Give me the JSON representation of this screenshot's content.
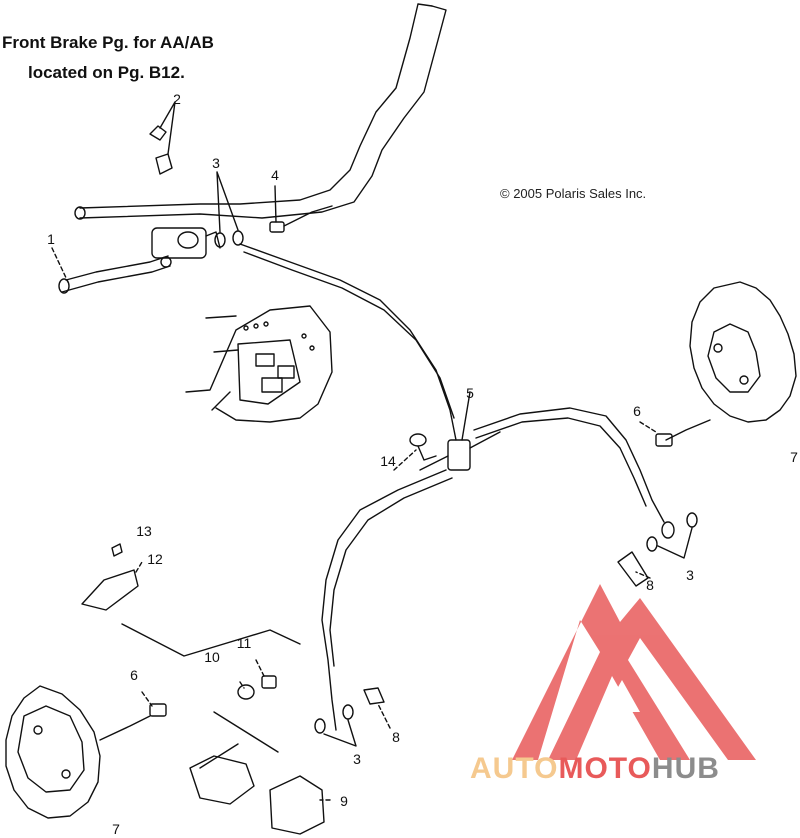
{
  "notes": {
    "line1": "Front Brake Pg. for AA/AB",
    "line2": "located on Pg. B12."
  },
  "copyright": "© 2005 Polaris Sales Inc.",
  "callouts": [
    {
      "id": "c1",
      "label": "1"
    },
    {
      "id": "c2",
      "label": "2"
    },
    {
      "id": "c3a",
      "label": "3"
    },
    {
      "id": "c4",
      "label": "4"
    },
    {
      "id": "c5",
      "label": "5"
    },
    {
      "id": "c6a",
      "label": "6"
    },
    {
      "id": "c7a",
      "label": "7"
    },
    {
      "id": "c14",
      "label": "14"
    },
    {
      "id": "c3b",
      "label": "3"
    },
    {
      "id": "c8a",
      "label": "8"
    },
    {
      "id": "c13",
      "label": "13"
    },
    {
      "id": "c12",
      "label": "12"
    },
    {
      "id": "c6b",
      "label": "6"
    },
    {
      "id": "c10",
      "label": "10"
    },
    {
      "id": "c11",
      "label": "11"
    },
    {
      "id": "c8b",
      "label": "8"
    },
    {
      "id": "c3c",
      "label": "3"
    },
    {
      "id": "c7b",
      "label": "7"
    },
    {
      "id": "c9",
      "label": "9"
    }
  ],
  "watermark": {
    "part1": "AUTO",
    "part2": "MOTO",
    "part3": "HUB",
    "color_light": "#f5c98f",
    "color_red": "#e85a5a",
    "color_gray": "#8c8c8c"
  }
}
